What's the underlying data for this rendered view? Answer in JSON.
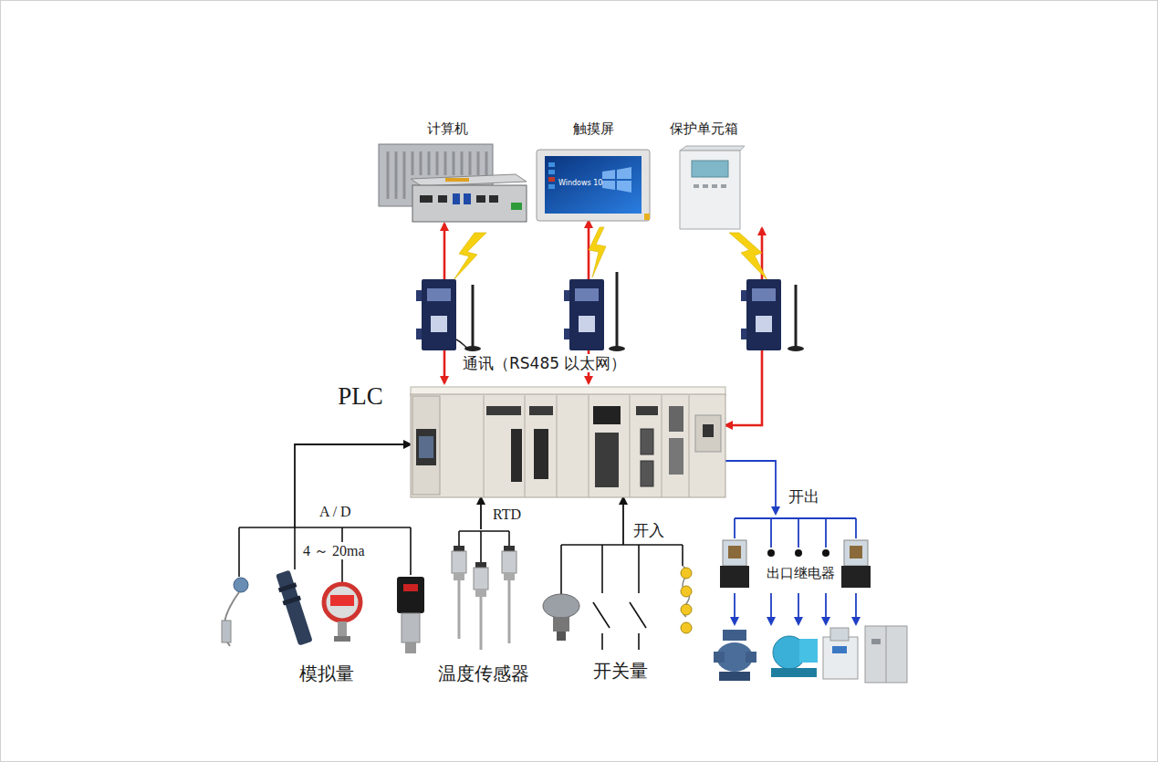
{
  "diagram": {
    "nodes": [
      {
        "text": [
          "计算机"
        ]
      },
      {
        "text": [
          "触摸屏"
        ]
      },
      {
        "text": [
          "保护单元箱"
        ]
      },
      {
        "text": [
          "PLC"
        ]
      },
      {
        "text": [
          "模拟量"
        ]
      },
      {
        "text": [
          "温度传感器"
        ]
      },
      {
        "text": [
          "开关量"
        ]
      },
      {
        "text": [
          "出口继电器"
        ]
      }
    ],
    "edges": [
      {
        "from": 0,
        "to": 3,
        "arrow": "both"
      },
      {
        "from": 1,
        "to": 3,
        "arrow": "both"
      },
      {
        "from": 2,
        "to": 3,
        "arrow": "both"
      },
      {
        "from": 4,
        "to": 3,
        "arrow": "to"
      },
      {
        "from": 5,
        "to": 3,
        "label": "RTD",
        "arrow": "to"
      },
      {
        "from": 6,
        "to": 3,
        "label": "开入",
        "arrow": "to"
      },
      {
        "from": 3,
        "to": 7,
        "label": "开出",
        "arrow": "to"
      }
    ],
    "labels": [
      "Windows 10",
      "通讯（RS485 以太网）",
      "A / D",
      "4 ～ 20ma"
    ]
  }
}
